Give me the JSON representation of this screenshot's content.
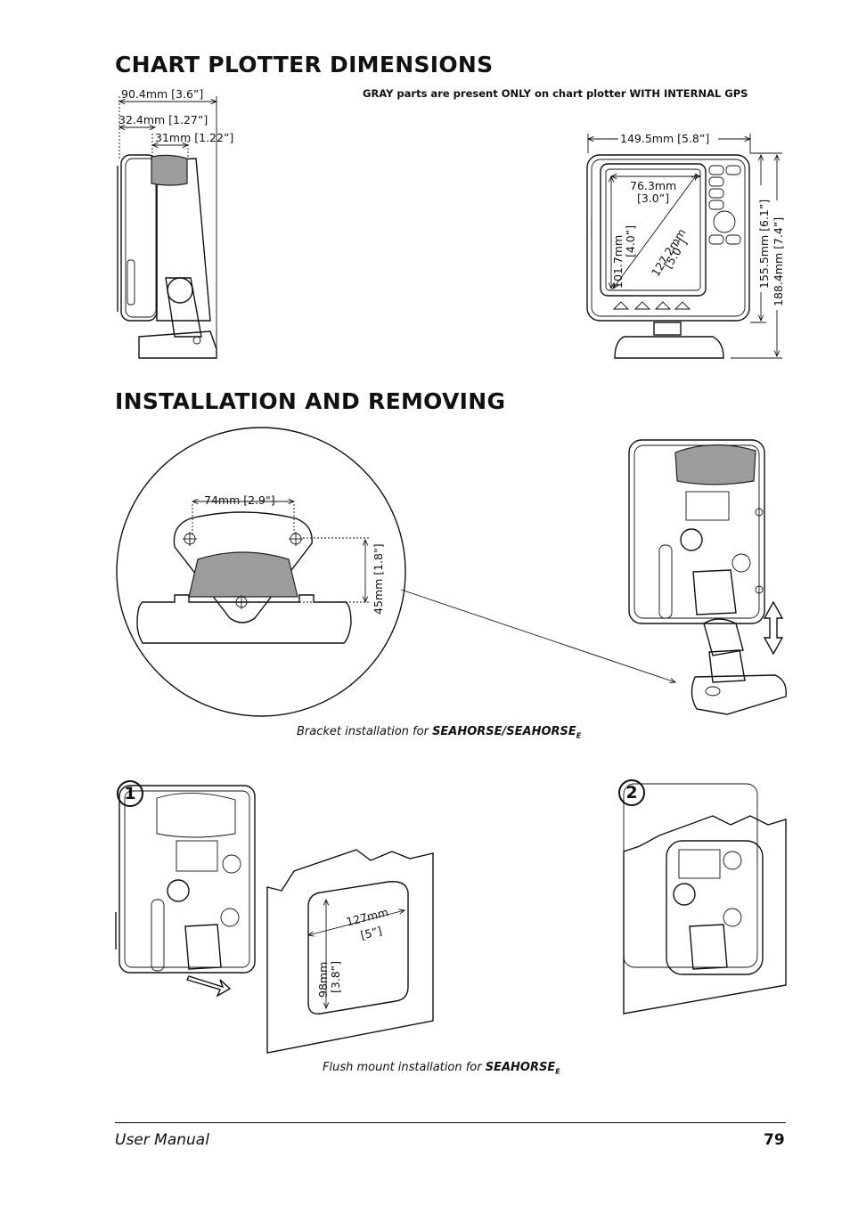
{
  "section1": {
    "title": "CHART PLOTTER DIMENSIONS",
    "note": "GRAY parts are present ONLY on chart plotter WITH INTERNAL GPS",
    "side": {
      "width_total": "90.4mm [3.6”]",
      "width_front": "32.4mm [1.27”]",
      "width_gps": "31mm [1.22”]"
    },
    "front": {
      "width": "149.5mm [5.8”]",
      "screen_w_mm": "76.3mm",
      "screen_w_in": "[3.0”]",
      "screen_h_mm": "101.7mm",
      "screen_h_in": "[4.0”]",
      "diag_mm": "127.2mm",
      "diag_in": "[5.0”]",
      "height_body": "155.5mm [6.1”]",
      "height_total": "188.4mm [7.4”]"
    }
  },
  "section2": {
    "title": "INSTALLATION AND REMOVING",
    "bracket": {
      "hole_spacing": "74mm [2.9\"]",
      "height": "45mm [1.8\"]",
      "caption_prefix": "Bracket installation for ",
      "caption_model": "SEAHORSE/SEAHORSE",
      "caption_sub": "E"
    },
    "flush": {
      "step1": "1",
      "step2": "2",
      "cut_w_mm": "127mm",
      "cut_w_in": "[5”]",
      "cut_h_mm": "98mm",
      "cut_h_in": "[3.8”]",
      "caption_prefix": "Flush mount installation for ",
      "caption_model": "SEAHORSE",
      "caption_sub": "E"
    }
  },
  "footer": {
    "left": "User Manual",
    "page": "79"
  }
}
